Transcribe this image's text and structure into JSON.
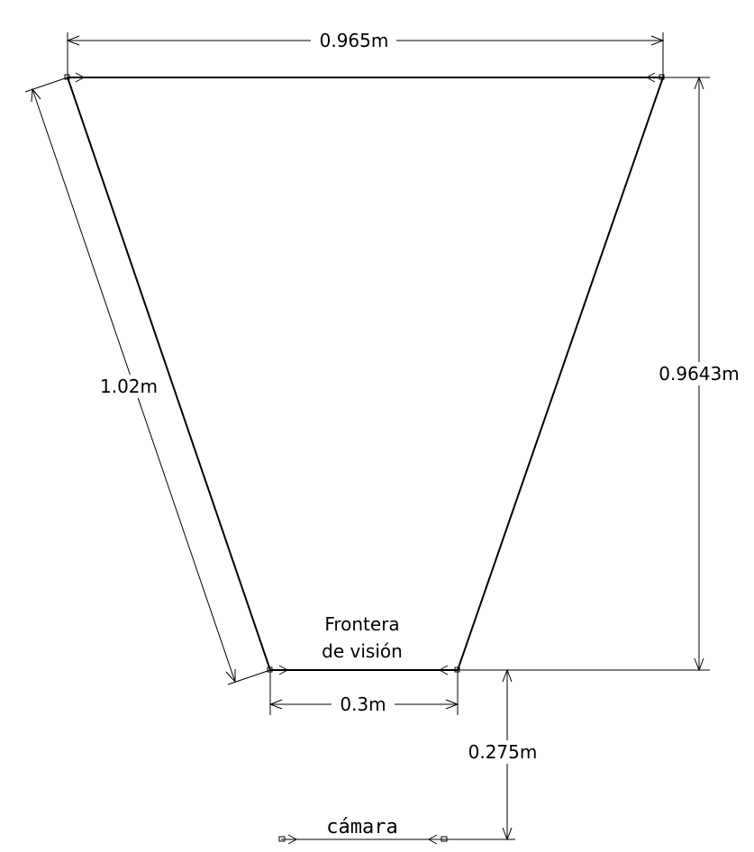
{
  "diagram": {
    "dimensions": {
      "top_width": "0.965m",
      "slant_length": "1.02m",
      "height": "0.9643m",
      "bottom_width": "0.3m",
      "camera_distance": "0.275m"
    },
    "labels": {
      "frontier_line1": "Frontera",
      "frontier_line2": "de visión",
      "camera": "cámara"
    }
  }
}
